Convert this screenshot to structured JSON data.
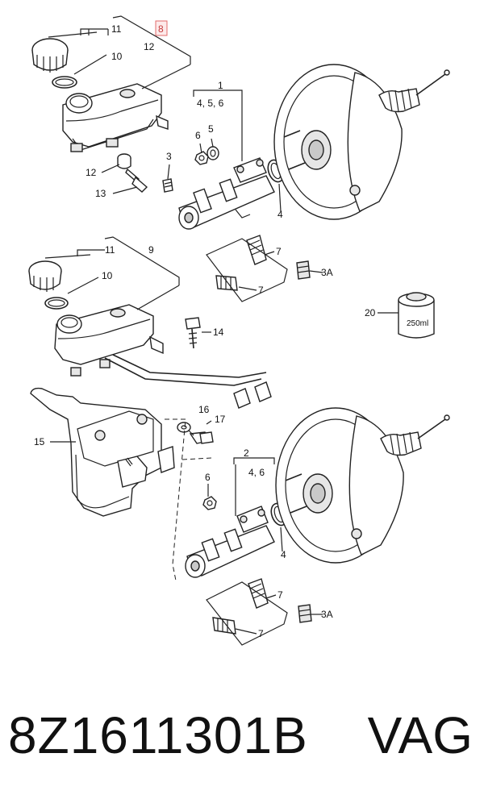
{
  "callouts": {
    "c1": "1",
    "c1_sub": "4, 5, 6",
    "c2": "2",
    "c2_sub": "4, 6",
    "c3": "3",
    "c3a_top": "3A",
    "c3a_bottom": "3A",
    "c4_top": "4",
    "c4_bottom": "4",
    "c5": "5",
    "c6_top": "6",
    "c6_bottom": "6",
    "c7_a": "7",
    "c7_b": "7",
    "c7_c": "7",
    "c7_d": "7",
    "c8": "8",
    "c9": "9",
    "c10_top": "10",
    "c10_bottom": "10",
    "c11_top": "11",
    "c11_bottom": "11",
    "c12_a": "12",
    "c12_b": "12",
    "c13": "13",
    "c14": "14",
    "c15": "15",
    "c16": "16",
    "c17": "17",
    "c20": "20"
  },
  "bottle_label": "250ml",
  "footer": {
    "part_number": "8Z1611301B",
    "brand": "VAG"
  },
  "colors": {
    "highlight_box": "#e26b6b"
  }
}
